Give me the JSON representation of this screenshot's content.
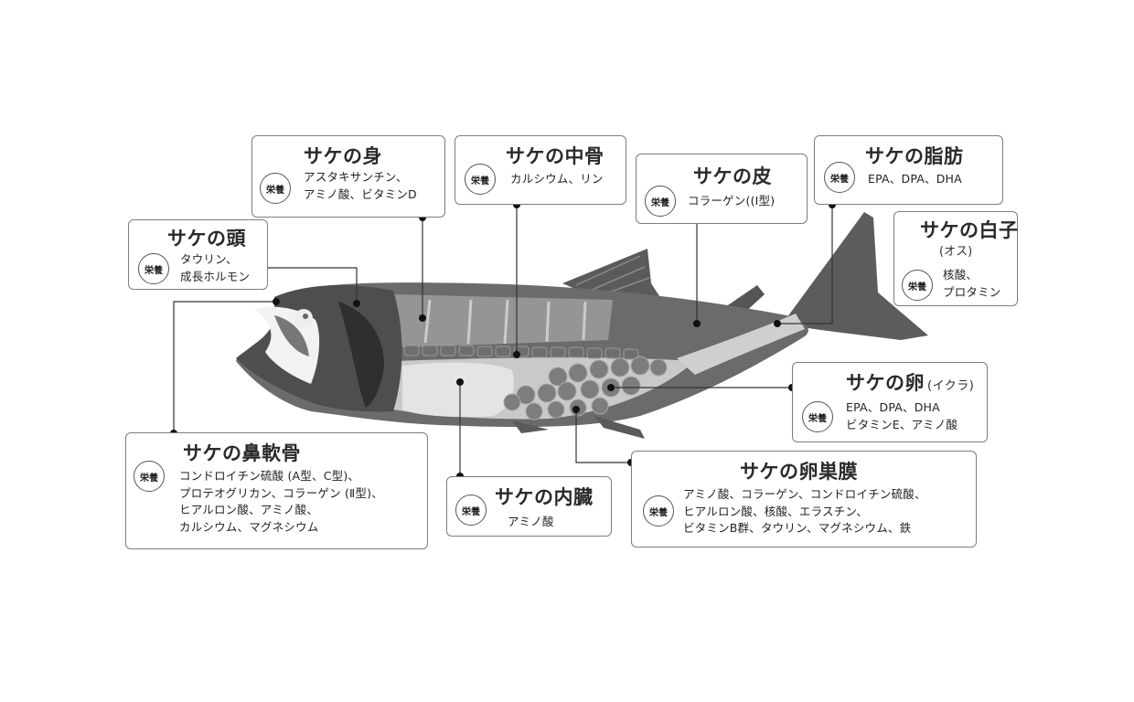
{
  "badge_label": "栄養",
  "cards": [
    {
      "id": "head",
      "title": "サケの頭",
      "body": "タウリン、\n成長ホルモン"
    },
    {
      "id": "flesh",
      "title": "サケの身",
      "body": "アスタキサンチン、\nアミノ酸、ビタミンD"
    },
    {
      "id": "middle-bone",
      "title": "サケの中骨",
      "body": "カルシウム、リン"
    },
    {
      "id": "skin",
      "title": "サケの皮",
      "body": "コラーゲン((Ⅰ型)"
    },
    {
      "id": "fat",
      "title": "サケの脂肪",
      "body": "EPA、DPA、DHA"
    },
    {
      "id": "milt",
      "title": "サケの白子",
      "subtitle": "(オス)",
      "body": "核酸、\nプロタミン"
    },
    {
      "id": "roe",
      "title": "サケの卵",
      "title_suffix": "(イクラ)",
      "body": "EPA、DPA、DHA\nビタミンE、アミノ酸"
    },
    {
      "id": "nasal-cartilage",
      "title": "サケの鼻軟骨",
      "body": "コンドロイチン硫酸 (A型、C型)、\nプロテオグリカン、コラーゲン (Ⅱ型)、\nヒアルロン酸、アミノ酸、\nカルシウム、マグネシウム"
    },
    {
      "id": "viscera",
      "title": "サケの内臓",
      "body": "アミノ酸"
    },
    {
      "id": "ovarian-membrane",
      "title": "サケの卵巣膜",
      "body": "アミノ酸、コラーゲン、コンドロイチン硫酸、\nヒアルロン酸、核酸、エラスチン、\nビタミンB群、タウリン、マグネシウム、鉄"
    }
  ]
}
